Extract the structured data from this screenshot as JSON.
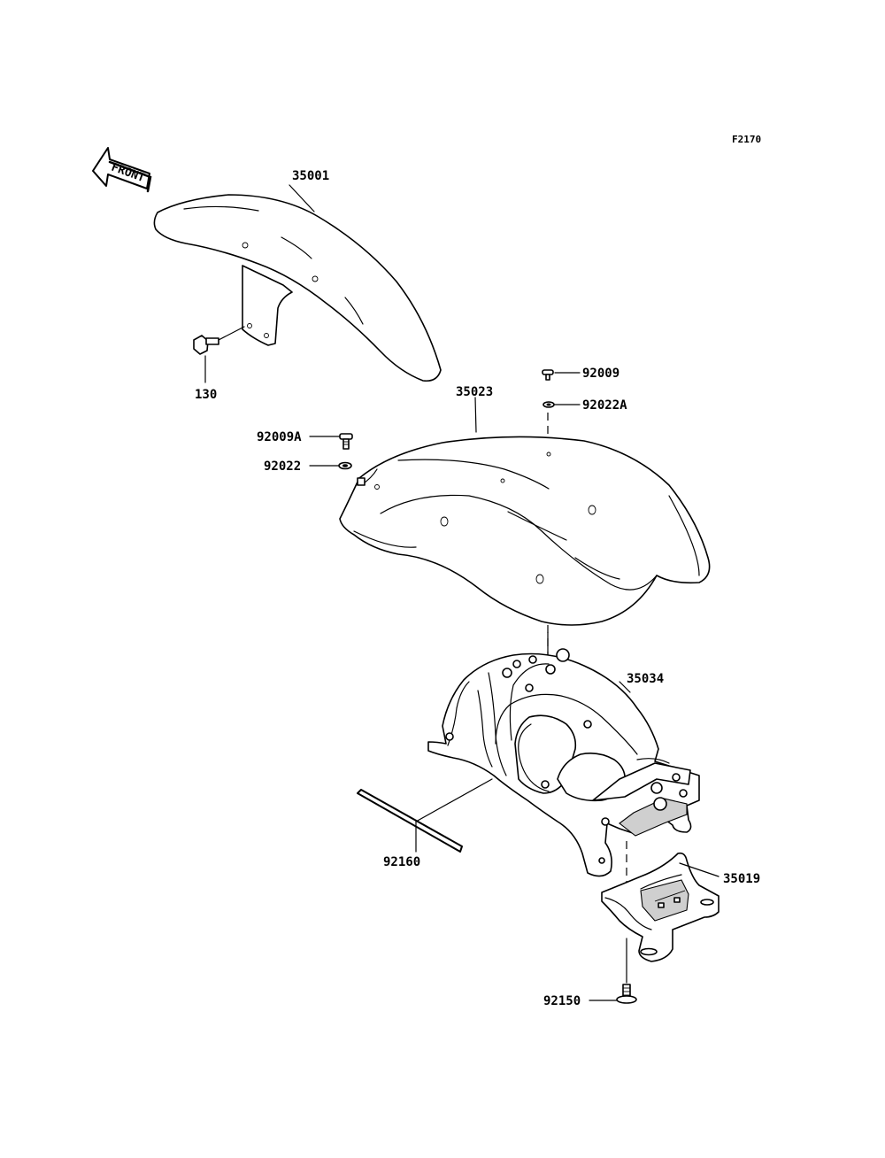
{
  "diagram": {
    "code": "F2170",
    "front_label": "FRONT",
    "parts": [
      {
        "number": "35001"
      },
      {
        "number": "130"
      },
      {
        "number": "92009"
      },
      {
        "number": "92022A"
      },
      {
        "number": "35023"
      },
      {
        "number": "92009A"
      },
      {
        "number": "92022"
      },
      {
        "number": "35034"
      },
      {
        "number": "92160"
      },
      {
        "number": "35019"
      },
      {
        "number": "92150"
      }
    ]
  }
}
